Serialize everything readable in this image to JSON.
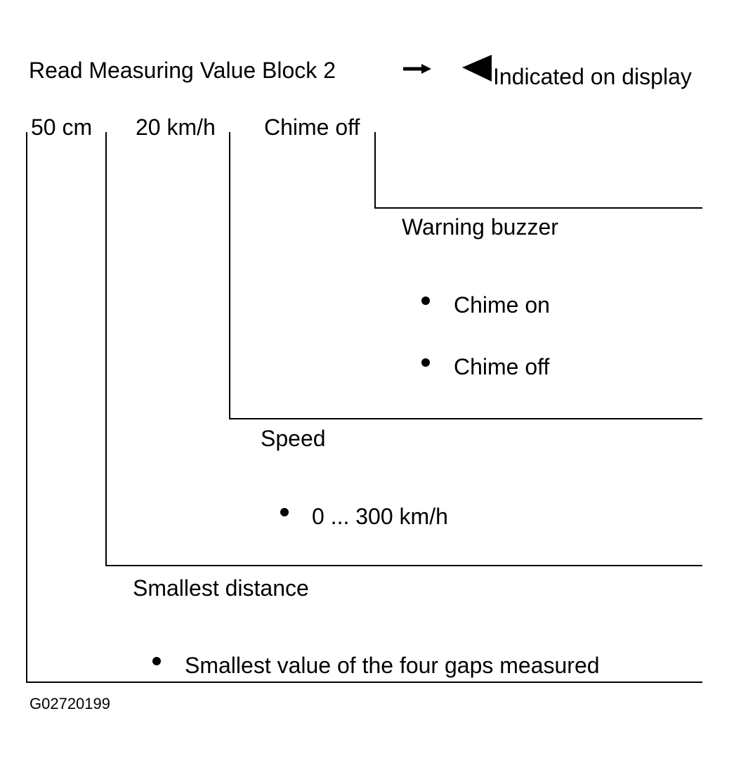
{
  "header": {
    "title": "Read Measuring Value Block 2",
    "display_label": "Indicated on display"
  },
  "fields": {
    "distance_value": "50 cm",
    "speed_value": "20 km/h",
    "chime_value": "Chime off"
  },
  "branches": {
    "warning_buzzer": {
      "label": "Warning buzzer",
      "options": [
        "Chime on",
        "Chime off"
      ]
    },
    "speed": {
      "label": "Speed",
      "options": [
        "0 ... 300 km/h"
      ]
    },
    "smallest_distance": {
      "label": "Smallest distance",
      "options": [
        "Smallest value of the four gaps measured"
      ]
    }
  },
  "footer": {
    "figure_id": "G02720199"
  },
  "icons": {
    "right_arrow": "arrow-right-icon",
    "display_pointer": "pointer-triangle-icon"
  },
  "colors": {
    "ink": "#000000",
    "background": "#ffffff"
  }
}
